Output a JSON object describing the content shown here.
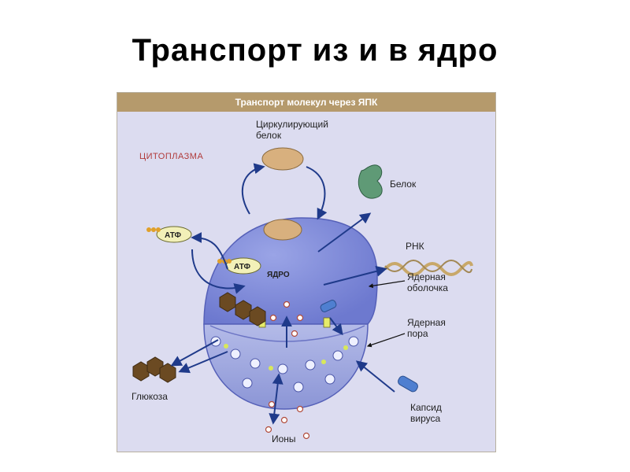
{
  "slide": {
    "title": "Транспорт из и в ядро"
  },
  "figure": {
    "header": "Транспорт молекул через ЯПК",
    "labels": {
      "cytoplasm": "ЦИТОПЛАЗМА",
      "circulating_protein_line1": "Циркулирующий",
      "circulating_protein_line2": "белок",
      "protein": "Белок",
      "rna": "РНК",
      "envelope_line1": "Ядерная",
      "envelope_line2": "оболочка",
      "pore_line1": "Ядерная",
      "pore_line2": "пора",
      "capsid_line1": "Капсид",
      "capsid_line2": "вируса",
      "ions": "Ионы",
      "glucose": "Глюкоза",
      "nucleus": "ЯДРО",
      "atp_outer": "АТФ",
      "atp_inner": "АТФ"
    }
  }
}
